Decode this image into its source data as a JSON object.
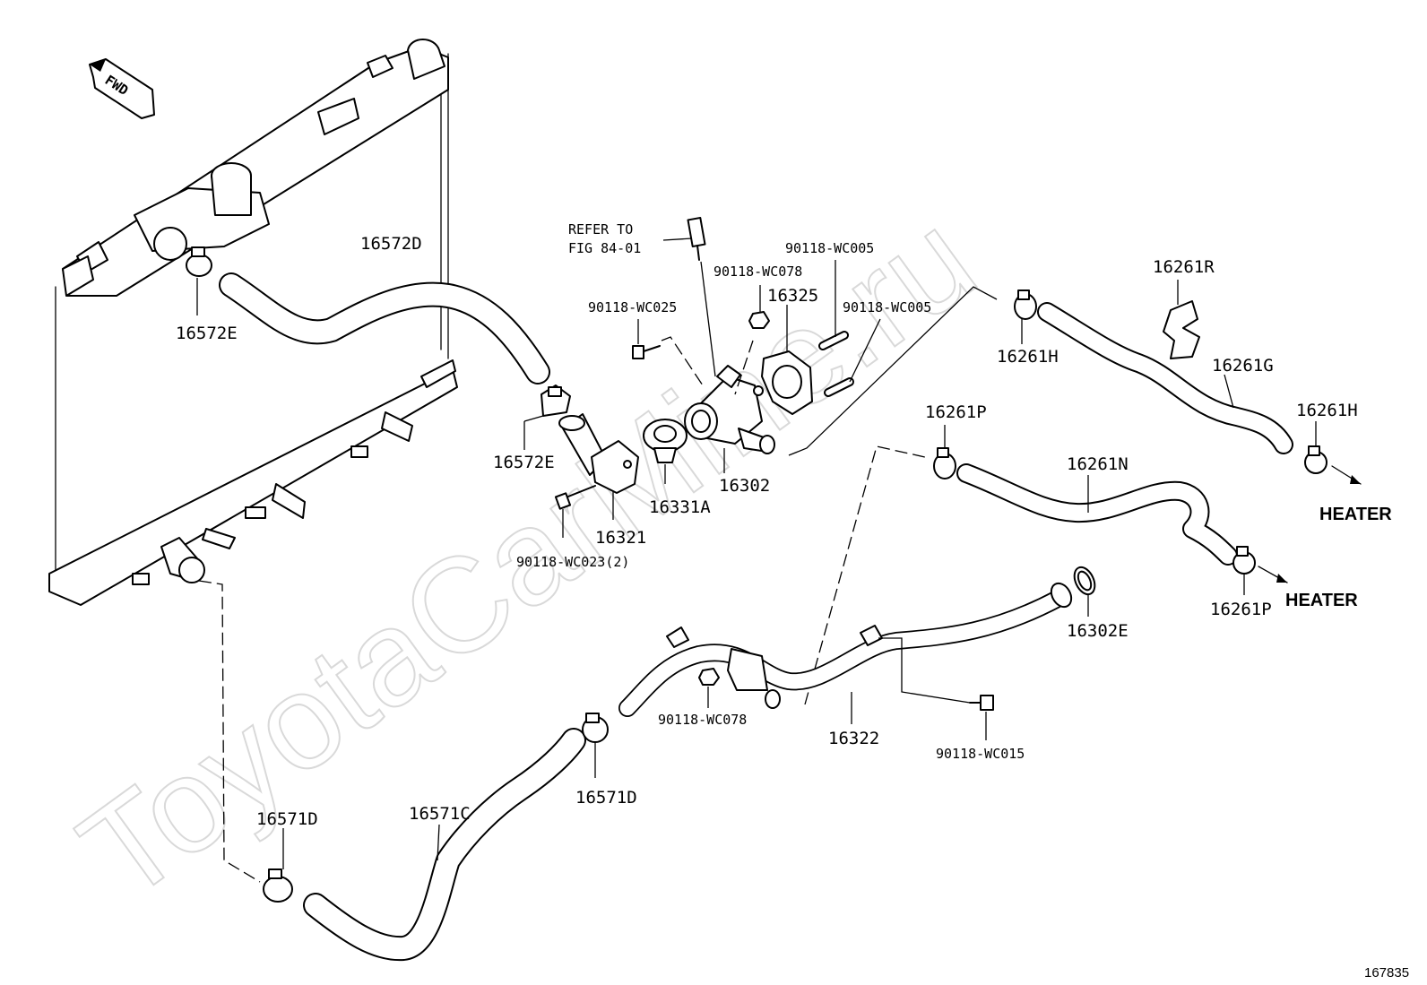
{
  "watermark": "ToyotaCarMine.ru",
  "direction_badge": "FWD",
  "figure_number": "167835",
  "destinations": {
    "heater_upper": "HEATER",
    "heater_lower": "HEATER"
  },
  "reference_note": {
    "line1": "REFER TO",
    "line2": "FIG 84-01"
  },
  "parts": {
    "hose_16572D": "16572D",
    "clamp_16572E_upper": "16572E",
    "clamp_16572E_lower": "16572E",
    "bolt_90118_WC025": "90118-WC025",
    "nut_90118_WC078_upper": "90118-WC078",
    "stud_90118_WC005_a": "90118-WC005",
    "stud_90118_WC005_b": "90118-WC005",
    "gasket_16325": "16325",
    "housing_16302": "16302",
    "thermostat_16331A": "16331A",
    "inlet_16321": "16321",
    "bolt_90118_WC023": "90118-WC023(2)",
    "clamp_16261H_upper": "16261H",
    "clip_16261R": "16261R",
    "hose_16261G": "16261G",
    "clamp_16261H_lower": "16261H",
    "clamp_16261P_upper": "16261P",
    "hose_16261N": "16261N",
    "clamp_16261P_lower": "16261P",
    "ring_16302E": "16302E",
    "nut_90118_WC078_lower": "90118-WC078",
    "pipe_16322": "16322",
    "bolt_90118_WC015": "90118-WC015",
    "clamp_16571D_right": "16571D",
    "hose_16571C": "16571C",
    "clamp_16571D_left": "16571D"
  }
}
